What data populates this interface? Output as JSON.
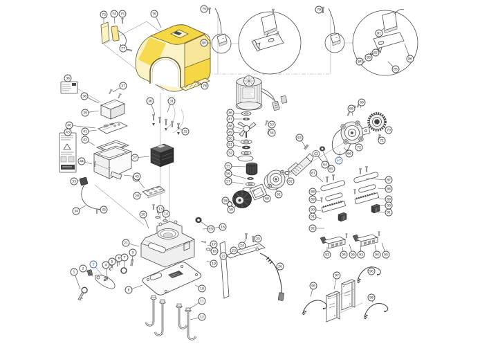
{
  "figure": {
    "type": "exploded-parts-diagram",
    "background": "#ffffff",
    "line_color": "#4a4a4a",
    "callout_fill": "#ffffff",
    "callout_text_color": "#1a1a1a",
    "blue_accent": "#3a6db5",
    "cover_yellow": "#f5d743",
    "cover_pale_yellow": "#fbf2c8"
  },
  "callouts": [
    [
      1,
      107,
      393,
      116,
      418
    ],
    [
      2,
      120,
      388,
      134,
      399
    ],
    [
      3,
      135,
      382,
      147,
      397,
      1
    ],
    [
      4,
      153,
      383,
      155,
      401
    ],
    [
      5,
      162,
      378,
      163,
      388
    ],
    [
      6,
      172,
      373,
      173,
      383
    ],
    [
      7,
      180,
      372,
      180,
      388
    ],
    [
      8,
      186,
      419,
      206,
      412
    ],
    [
      9,
      192,
      365,
      191,
      377
    ],
    [
      10,
      292,
      417,
      282,
      412
    ],
    [
      11,
      292,
      435,
      274,
      446
    ],
    [
      12,
      292,
      458,
      275,
      462
    ],
    [
      13,
      232,
      302,
      229,
      311
    ],
    [
      14,
      240,
      309,
      239,
      317
    ],
    [
      15,
      305,
      331,
      290,
      320
    ],
    [
      16,
      322,
      328,
      293,
      331
    ],
    [
      17,
      309,
      353,
      300,
      355
    ],
    [
      18,
      310,
      363,
      302,
      362
    ],
    [
      19,
      309,
      381,
      299,
      377
    ],
    [
      20,
      207,
      310,
      215,
      330
    ],
    [
      21,
      182,
      351,
      201,
      356
    ],
    [
      22,
      323,
      370,
      330,
      370
    ],
    [
      23,
      338,
      362,
      344,
      365
    ],
    [
      24,
      350,
      355,
      356,
      346
    ],
    [
      25,
      373,
      345,
      366,
      350
    ],
    [
      26,
      405,
      385,
      401,
      393
    ],
    [
      27,
      195,
      228,
      216,
      226
    ],
    [
      28,
      197,
      257,
      209,
      272
    ],
    [
      29,
      198,
      283,
      205,
      280
    ],
    [
      30,
      217,
      146,
      224,
      165
    ],
    [
      31,
      248,
      146,
      242,
      162
    ],
    [
      32,
      268,
      190,
      256,
      184
    ],
    [
      33,
      107,
      262,
      115,
      261
    ],
    [
      34,
      110,
      305,
      124,
      297
    ],
    [
      35,
      150,
      303,
      142,
      303
    ],
    [
      36,
      98,
      113,
      99,
      118
    ],
    [
      37,
      178,
      124,
      163,
      133
    ],
    [
      38,
      122,
      139,
      143,
      149
    ],
    [
      39,
      123,
      163,
      143,
      160
    ],
    [
      40,
      100,
      181,
      138,
      185
    ],
    [
      41,
      123,
      190,
      140,
      188
    ],
    [
      42,
      123,
      202,
      137,
      210
    ],
    [
      43,
      98,
      191,
      98,
      197
    ],
    [
      44,
      118,
      233,
      133,
      237
    ],
    [
      45,
      198,
      255,
      179,
      253
    ],
    [
      46,
      333,
      163,
      348,
      164
    ],
    [
      47,
      333,
      172,
      350,
      172
    ],
    [
      48,
      333,
      182,
      350,
      186
    ],
    [
      49,
      333,
      191,
      347,
      192
    ],
    [
      50,
      333,
      200,
      347,
      204
    ],
    [
      51,
      333,
      209,
      349,
      212
    ],
    [
      52,
      333,
      221,
      344,
      228
    ],
    [
      53,
      393,
      180,
      387,
      178
    ],
    [
      54,
      393,
      192,
      388,
      190
    ],
    [
      55,
      330,
      240,
      355,
      241
    ],
    [
      56,
      330,
      251,
      356,
      258
    ],
    [
      57,
      330,
      262,
      352,
      266
    ],
    [
      58,
      326,
      290,
      331,
      293
    ],
    [
      59,
      334,
      303,
      342,
      297
    ],
    [
      60,
      386,
      287,
      379,
      283
    ],
    [
      61,
      403,
      281,
      399,
      273
    ],
    [
      62,
      420,
      262,
      416,
      252
    ],
    [
      63,
      433,
      199,
      442,
      213
    ],
    [
      64,
      470,
      238,
      460,
      226
    ],
    [
      65,
      479,
      244,
      467,
      219
    ],
    [
      66,
      505,
      222,
      497,
      213
    ],
    [
      67,
      490,
      232,
      492,
      218,
      1
    ],
    [
      68,
      508,
      157,
      510,
      167
    ],
    [
      69,
      523,
      148,
      521,
      156
    ],
    [
      70,
      562,
      188,
      554,
      183
    ],
    [
      71,
      552,
      203,
      548,
      199
    ],
    [
      72,
      519,
      213,
      513,
      207
    ],
    [
      73,
      150,
      21,
      150,
      33
    ],
    [
      74,
      165,
      20,
      166,
      34
    ],
    [
      75,
      177,
      20,
      177,
      27
    ],
    [
      76,
      223,
      20,
      233,
      40
    ],
    [
      77,
      178,
      70,
      189,
      72
    ],
    [
      78,
      296,
      124,
      289,
      120
    ],
    [
      79,
      295,
      13,
      303,
      14
    ],
    [
      80,
      295,
      62,
      305,
      62
    ],
    [
      79,
      461,
      14,
      467,
      13
    ],
    [
      81,
      548,
      48,
      556,
      40
    ],
    [
      82,
      543,
      76,
      549,
      70
    ],
    [
      83,
      533,
      83,
      540,
      77
    ],
    [
      84,
      520,
      89,
      526,
      86
    ],
    [
      85,
      572,
      100,
      561,
      89
    ],
    [
      86,
      593,
      85,
      585,
      63
    ],
    [
      87,
      453,
      250,
      467,
      263
    ],
    [
      88,
      452,
      277,
      463,
      277
    ],
    [
      89,
      452,
      288,
      464,
      290
    ],
    [
      90,
      452,
      303,
      465,
      305
    ],
    [
      91,
      452,
      313,
      465,
      316
    ],
    [
      92,
      452,
      330,
      469,
      330
    ],
    [
      87,
      562,
      260,
      529,
      258
    ],
    [
      88,
      562,
      273,
      546,
      272
    ],
    [
      89,
      562,
      288,
      547,
      287
    ],
    [
      90,
      562,
      297,
      547,
      296
    ],
    [
      91,
      562,
      307,
      543,
      306
    ],
    [
      93,
      473,
      368,
      473,
      357
    ],
    [
      94,
      497,
      368,
      495,
      357
    ],
    [
      95,
      510,
      368,
      505,
      353
    ],
    [
      93,
      522,
      368,
      521,
      355
    ],
    [
      94,
      545,
      368,
      542,
      354
    ],
    [
      95,
      558,
      368,
      552,
      351
    ],
    [
      96,
      453,
      413,
      449,
      429
    ],
    [
      97,
      487,
      398,
      483,
      418
    ],
    [
      96,
      537,
      392,
      531,
      390
    ],
    [
      98,
      537,
      430,
      539,
      437
    ]
  ]
}
